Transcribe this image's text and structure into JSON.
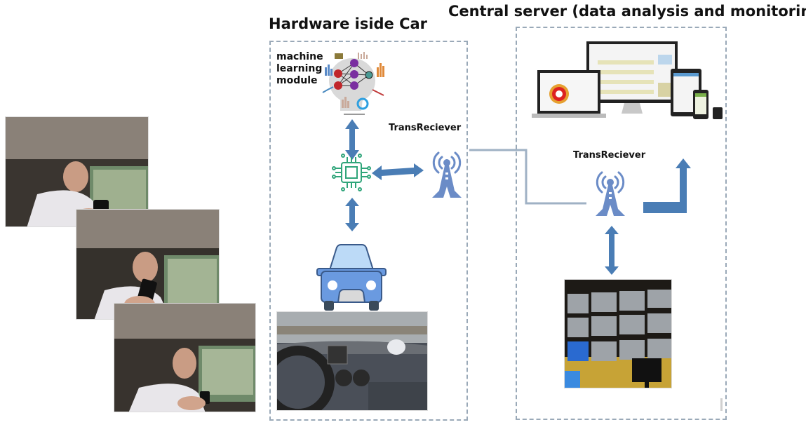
{
  "diagram": {
    "sections": {
      "hardware": {
        "title": "Hardware iside Car"
      },
      "server": {
        "title": "Central server (data analysis and monitoring)"
      }
    },
    "labels": {
      "ml_module": [
        "machine",
        "learning",
        "module"
      ],
      "transceiver_car": "TransReciever",
      "transceiver_server": "TransReciever"
    },
    "nodes": [
      "driver-camera-frames",
      "machine-learning-module",
      "processor-chip",
      "car",
      "dashboard-camera-photo",
      "car-transceiver-tower",
      "server-transceiver-tower",
      "monitoring-devices",
      "control-room-photo"
    ],
    "colors": {
      "arrow": "#4a7db5",
      "tower": "#6b8cc7",
      "chip": "#2fa57a",
      "link_line": "#9fb1c4",
      "car_body": "#6a9ae0",
      "border": "#9aa9b8"
    }
  }
}
